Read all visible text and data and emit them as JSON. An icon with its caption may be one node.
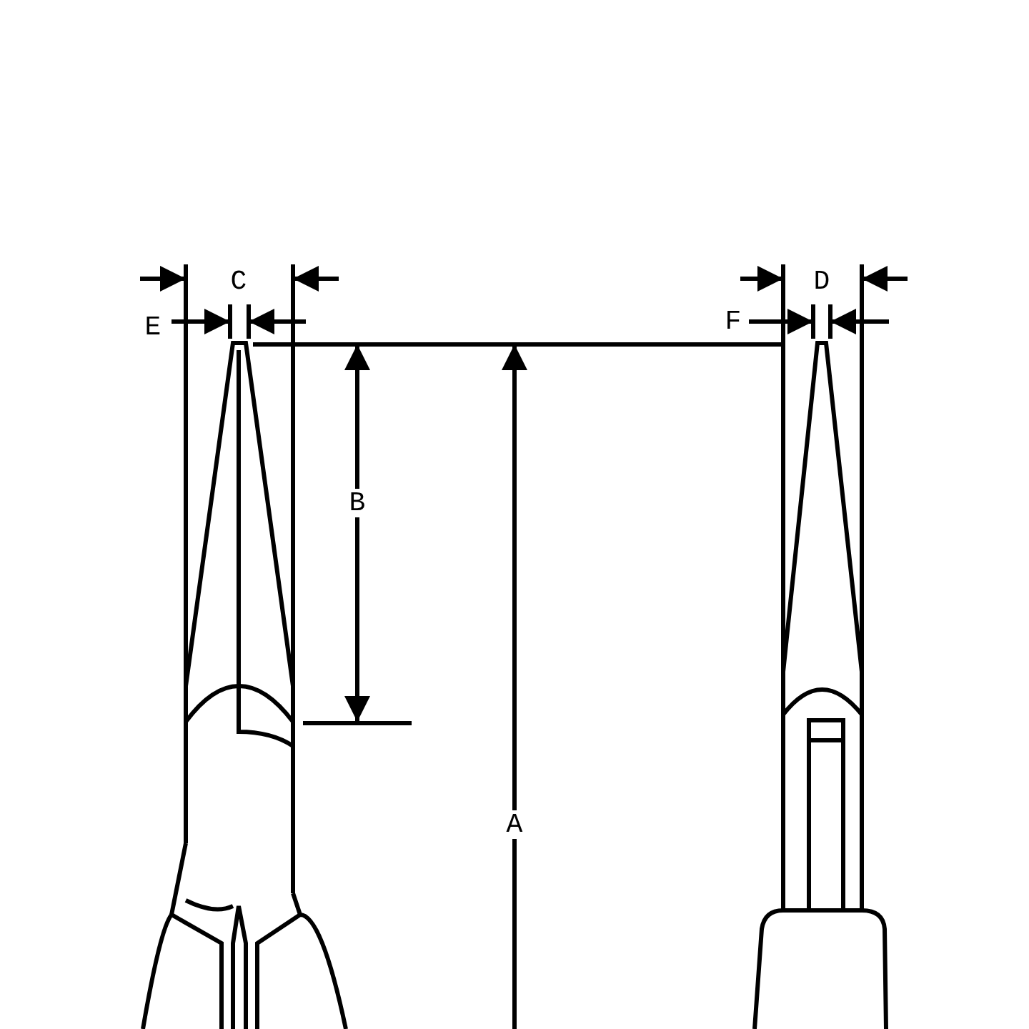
{
  "diagram": {
    "labels": [
      "C",
      "D",
      "E",
      "F",
      "B",
      "A"
    ]
  }
}
